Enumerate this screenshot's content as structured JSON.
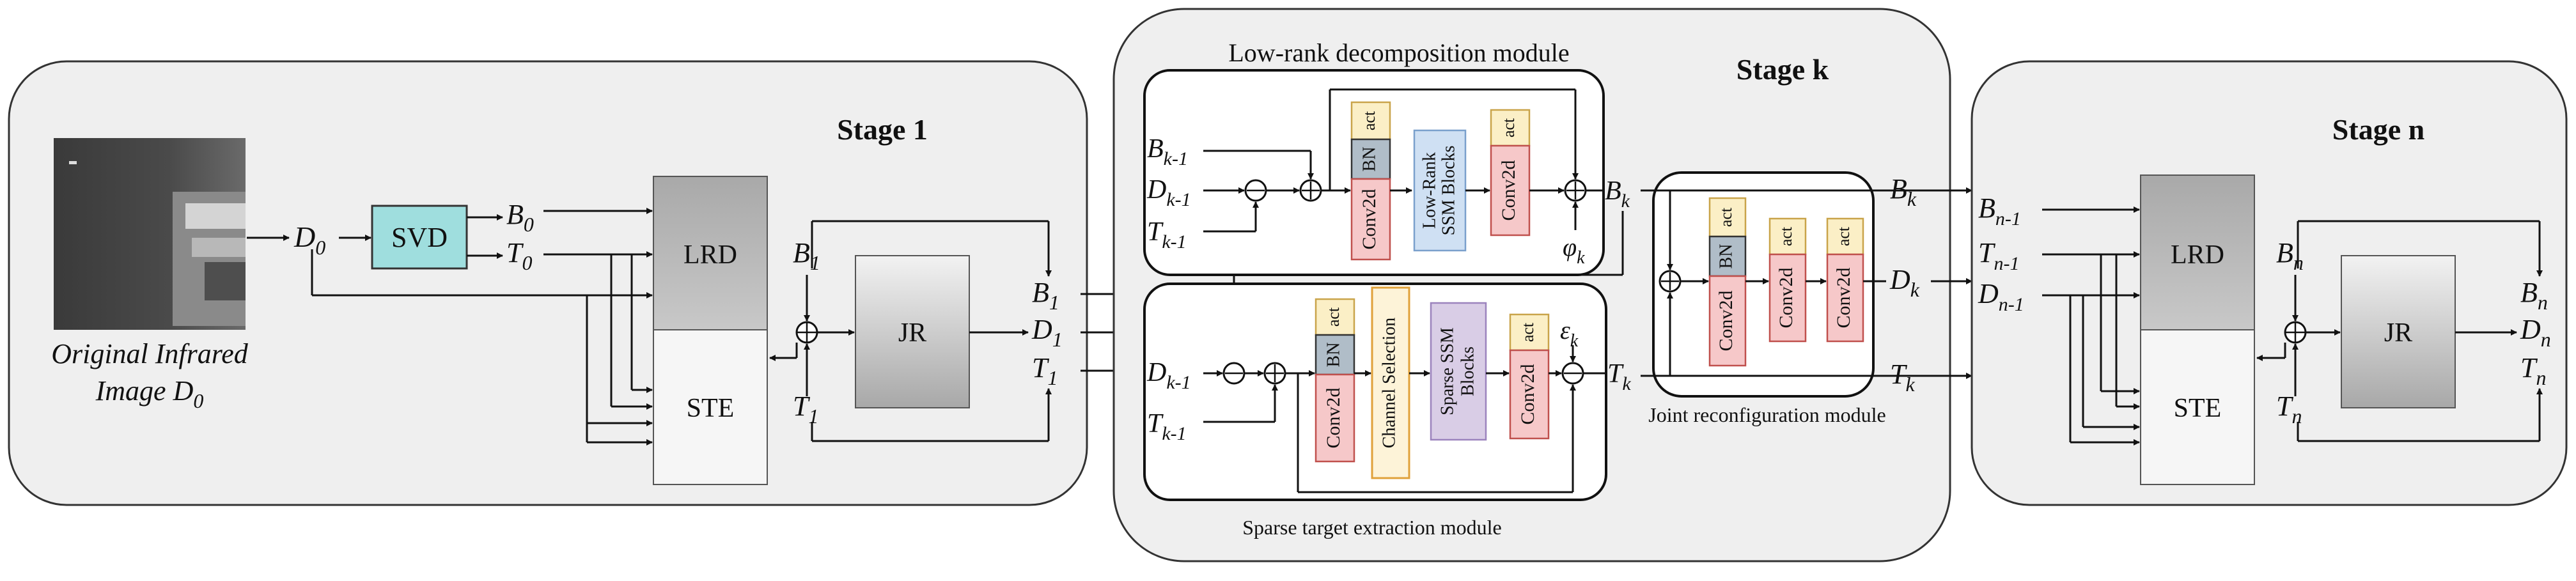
{
  "stage1": {
    "title": "Stage 1",
    "input_caption_line1": "Original Infrared",
    "input_caption_line2": "Image D",
    "input_caption_sub": "0",
    "d0": "D",
    "d0_sub": "0",
    "svd": "SVD",
    "b0": "B",
    "b0_sub": "0",
    "t0": "T",
    "t0_sub": "0",
    "lrd": "LRD",
    "ste": "STE",
    "b1": "B",
    "b1_sub": "1",
    "t1": "T",
    "t1_sub": "1",
    "jr": "JR",
    "out_b": "B",
    "out_b_sub": "1",
    "out_d": "D",
    "out_d_sub": "1",
    "out_t": "T",
    "out_t_sub": "1"
  },
  "stagek": {
    "title": "Stage k",
    "lrd_module_label": "Low-rank decomposition module",
    "ste_module_label": "Sparse target extraction module",
    "jr_module_label": "Joint reconfiguration module",
    "in_b": "B",
    "in_b_sub": "k-1",
    "in_d": "D",
    "in_d_sub": "k-1",
    "in_t": "T",
    "in_t_sub": "k-1",
    "in2_d": "D",
    "in2_d_sub": "k-1",
    "in2_t": "T",
    "in2_t_sub": "k-1",
    "conv2d": "Conv2d",
    "bn": "BN",
    "act": "act",
    "lowrank_ssm_line1": "Low-Rank",
    "lowrank_ssm_line2": "SSM Blocks",
    "channel_selection": "Channel Selection",
    "sparse_ssm_line1": "Sparse SSM",
    "sparse_ssm_line2": "Blocks",
    "phi": "φ",
    "phi_sub": "k",
    "eps": "ε",
    "eps_sub": "k",
    "bk": "B",
    "bk_sub": "k",
    "tk": "T",
    "tk_sub": "k",
    "out_b": "B",
    "out_b_sub": "k",
    "out_d": "D",
    "out_d_sub": "k",
    "out_t": "T",
    "out_t_sub": "k"
  },
  "stagen": {
    "title": "Stage n",
    "in_b": "B",
    "in_b_sub": "n-1",
    "in_t": "T",
    "in_t_sub": "n-1",
    "in_d": "D",
    "in_d_sub": "n-1",
    "lrd": "LRD",
    "ste": "STE",
    "bn": "B",
    "bn_sub": "n",
    "tn": "T",
    "tn_sub": "n",
    "jr": "JR",
    "out_b": "B",
    "out_b_sub": "n",
    "out_d": "D",
    "out_d_sub": "n",
    "out_t": "T",
    "out_t_sub": "n"
  },
  "colors": {
    "panel_bg": "#efefef",
    "svd_fill": "#9fdede",
    "conv_fill": "#f6c8c9",
    "conv_stroke": "#c0504d",
    "act_fill": "#fbefc6",
    "act_stroke": "#c9a44a",
    "bn_fill": "#b0bdc8",
    "ssm_fill": "#cfe0f3",
    "sparse_ssm_fill": "#d9cde6",
    "channel_sel_fill": "#fdf3d8",
    "channel_sel_stroke": "#e0a13a"
  }
}
